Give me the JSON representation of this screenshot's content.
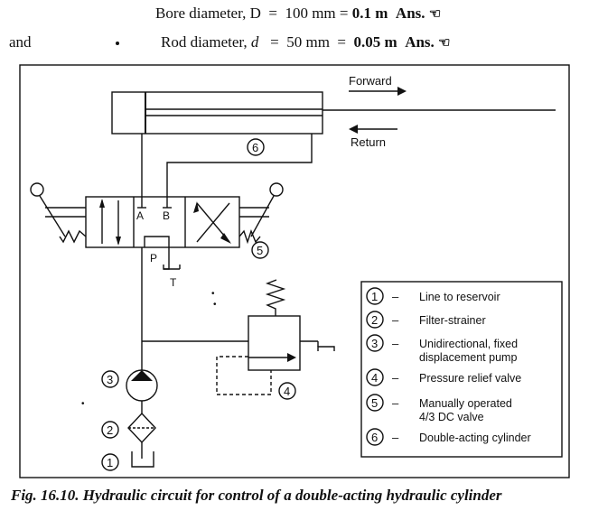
{
  "header": {
    "bore_label": "Bore diameter, D",
    "bore_eq": "=",
    "bore_value": "100 mm",
    "bore_eq2": "=",
    "bore_result": "0.1 m",
    "ans1": "Ans.",
    "and_word": "and",
    "rod_label_pre": "Rod diameter, ",
    "rod_symbol": "d",
    "rod_eq": "=",
    "rod_value": "50 mm",
    "rod_eq2": "=",
    "rod_result": "0.05 m",
    "ans2": "Ans.",
    "hand_icon": "pointing-hand-icon"
  },
  "diagram": {
    "forward_label": "Forward",
    "return_label": "Return",
    "port_a": "A",
    "port_b": "B",
    "port_p": "P",
    "port_t": "T",
    "callouts": [
      "6",
      "5",
      "3",
      "2",
      "1",
      "4"
    ]
  },
  "legend": [
    {
      "num": "1",
      "dash": "–",
      "text": [
        "Line to reservoir"
      ]
    },
    {
      "num": "2",
      "dash": "–",
      "text": [
        "Filter-strainer"
      ]
    },
    {
      "num": "3",
      "dash": "–",
      "text": [
        "Unidirectional, fixed",
        "displacement pump"
      ]
    },
    {
      "num": "4",
      "dash": "–",
      "text": [
        "Pressure relief valve"
      ]
    },
    {
      "num": "5",
      "dash": "–",
      "text": [
        "Manually operated",
        "4/3 DC valve"
      ]
    },
    {
      "num": "6",
      "dash": "–",
      "text": [
        "Double-acting cylinder"
      ]
    }
  ],
  "caption": "Fig. 16.10. Hydraulic circuit for control of a double-acting hydraulic cylinder"
}
